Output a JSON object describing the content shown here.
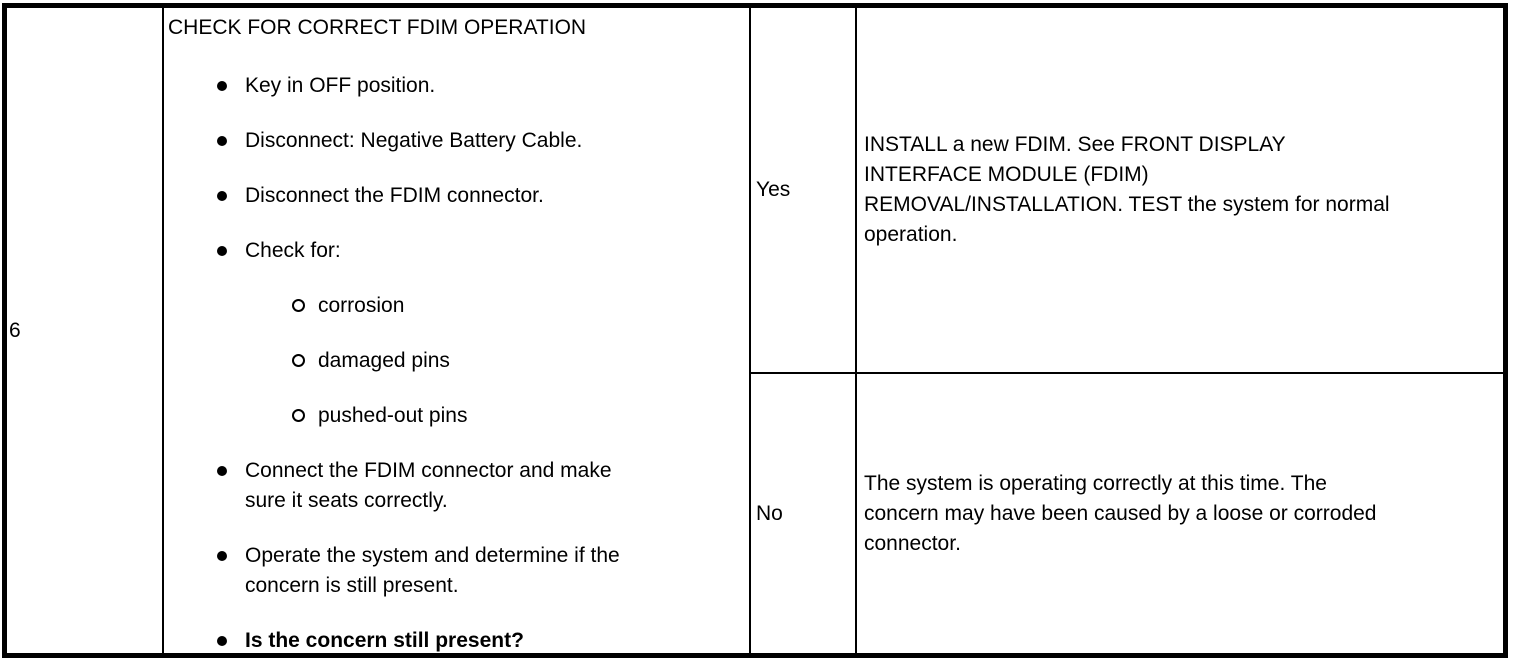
{
  "colors": {
    "background": "#ffffff",
    "text": "#000000",
    "border": "#000000"
  },
  "table": {
    "step_number": "6",
    "procedure": {
      "title": "CHECK FOR CORRECT FDIM OPERATION",
      "bullets": [
        {
          "level": 1,
          "bold": false,
          "lines": [
            "Key in OFF position."
          ]
        },
        {
          "level": 1,
          "bold": false,
          "lines": [
            "Disconnect: Negative Battery Cable."
          ]
        },
        {
          "level": 1,
          "bold": false,
          "lines": [
            "Disconnect the FDIM connector."
          ]
        },
        {
          "level": 1,
          "bold": false,
          "lines": [
            "Check for:"
          ]
        },
        {
          "level": 2,
          "bold": false,
          "lines": [
            "corrosion"
          ]
        },
        {
          "level": 2,
          "bold": false,
          "lines": [
            "damaged pins"
          ]
        },
        {
          "level": 2,
          "bold": false,
          "lines": [
            "pushed-out pins"
          ]
        },
        {
          "level": 1,
          "bold": false,
          "lines": [
            "Connect the FDIM connector and make",
            "sure it seats correctly."
          ]
        },
        {
          "level": 1,
          "bold": false,
          "lines": [
            "Operate the system and determine if the",
            "concern is still present."
          ]
        },
        {
          "level": 1,
          "bold": true,
          "lines": [
            "Is the concern still present?"
          ]
        }
      ]
    },
    "results": [
      {
        "label": "Yes",
        "action_lines": [
          "INSTALL a new FDIM. See FRONT DISPLAY",
          "INTERFACE MODULE (FDIM)",
          "REMOVAL/INSTALLATION. TEST the system for normal",
          "operation."
        ]
      },
      {
        "label": "No",
        "action_lines": [
          "The system is operating correctly at this time. The",
          "concern may have been caused by a loose or corroded",
          "connector."
        ]
      }
    ]
  }
}
